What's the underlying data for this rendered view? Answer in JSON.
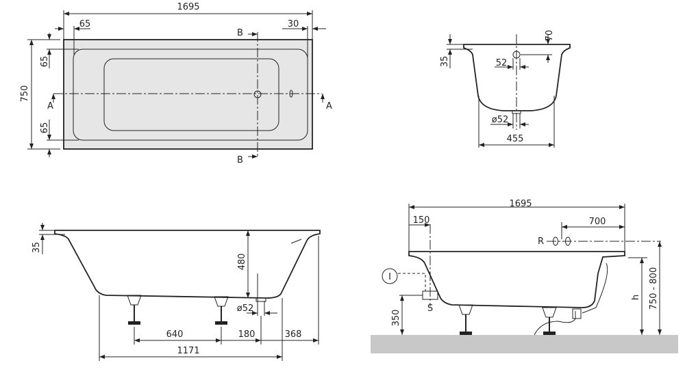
{
  "top_view": {
    "length": "1695",
    "rim_left": "65",
    "rim_right": "30",
    "width": "750",
    "rim_top": "65",
    "rim_bottom": "65",
    "section_a": "A",
    "section_a2": "A",
    "section_b": "B",
    "section_b2": "B"
  },
  "end_view": {
    "rim_height": "35",
    "drain_offset": "70",
    "drain_dia_top": "52",
    "drain_dia": "ø52",
    "bottom_width": "455"
  },
  "side_view": {
    "rim_height": "35",
    "depth": "480",
    "drain_dia": "ø52",
    "foot_spacing": "640",
    "drain_offset": "180",
    "end_offset": "368",
    "overall_feet": "1171"
  },
  "install_view": {
    "length": "1695",
    "left_offset": "150",
    "tap_offset": "700",
    "tap_label": "R",
    "inlet_label": "I",
    "siphon_label": "S",
    "siphon_height": "350",
    "height_label": "h",
    "rim_height_range": "750 - 800",
    "floor_color": "#c8c8c8"
  }
}
